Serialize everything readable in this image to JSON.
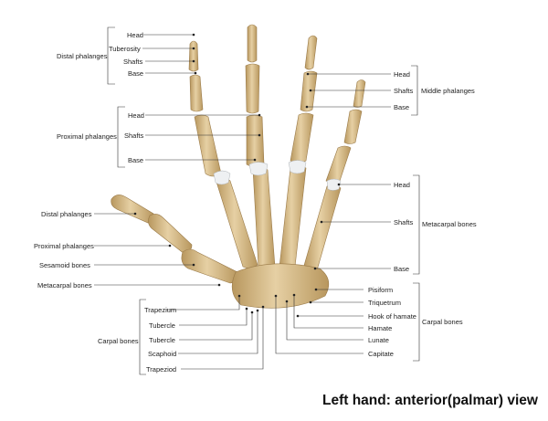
{
  "title": "Left hand: anterior(palmar) view",
  "labels": {
    "distal_group": "Distal phalanges",
    "distal_head": "Head",
    "distal_tuberosity": "Tuberosity",
    "distal_shafts": "Shafts",
    "distal_base": "Base",
    "proximal_group": "Proximal phalanges",
    "proximal_head": "Head",
    "proximal_shafts": "Shafts",
    "proximal_base": "Base",
    "thumb_distal": "Distal phalanges",
    "thumb_proximal": "Proximal phalanges",
    "sesamoid": "Sesamoid bones",
    "thumb_metacarpal": "Metacarpal bones",
    "middle_head": "Head",
    "middle_shafts": "Shafts",
    "middle_base": "Base",
    "middle_group": "Middle phalanges",
    "meta_head": "Head",
    "meta_shafts": "Shafts",
    "meta_base": "Base",
    "meta_group": "Metacarpal bones",
    "trapezium": "Trapezium",
    "tubercle1": "Tubercle",
    "tubercle2": "Tubercle",
    "scaphoid": "Scaphoid",
    "trapeziod": "Trapeziod",
    "carpal_left": "Carpal bones",
    "pisiform": "Pisiform",
    "triquetrum": "Triquetrum",
    "hook_hamate": "Hook of hamate",
    "hamate": "Hamate",
    "lunate": "Lunate",
    "capitate": "Capitate",
    "carpal_right": "Carpal bones"
  },
  "colors": {
    "bone": "#d9bf8f",
    "bone_shade": "#b8975e",
    "cartilage": "#eef0f2",
    "line": "#333333"
  }
}
